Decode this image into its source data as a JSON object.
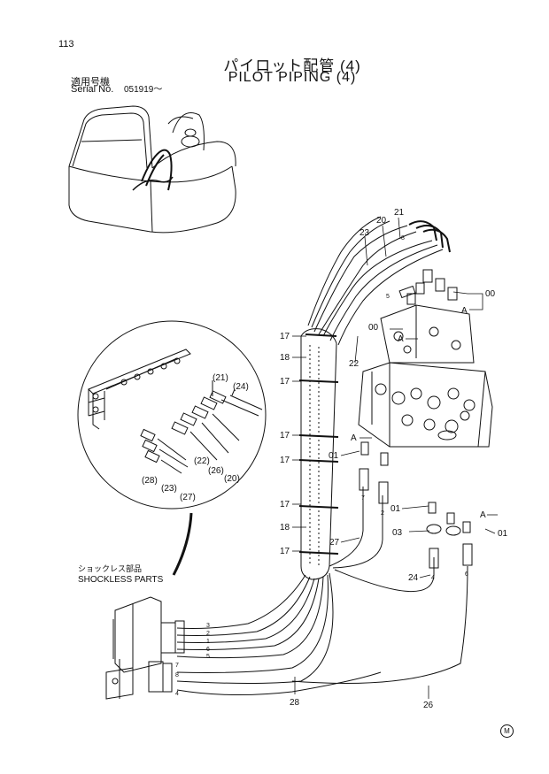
{
  "page_number": "113",
  "title_jp": "パイロット配管 (4)",
  "title_en": "PILOT PIPING (4)",
  "serial_label_jp": "適用号機",
  "serial_label_en": "Serial No.",
  "serial_value": "051919～",
  "shockless_jp": "ショックレス部品",
  "shockless_en": "SHOCKLESS PARTS",
  "mark": "M",
  "callouts": {
    "c23": "23",
    "c20": "20",
    "c21": "21",
    "c00a": "00",
    "c00b": "00",
    "cA1": "A",
    "cA2": "A",
    "c17a": "17",
    "c18a": "18",
    "c17b": "17",
    "c22": "22",
    "c17c": "17",
    "c17d": "17",
    "cA3": "A",
    "c01a": "01",
    "c17e": "17",
    "c18b": "18",
    "c17f": "17",
    "c27": "27",
    "c01b": "01",
    "c03": "03",
    "cA4": "A",
    "c01c": "01",
    "c24": "24",
    "c28": "28",
    "c26": "26"
  },
  "detail_callouts": {
    "d21": "(21)",
    "d24": "(24)",
    "d22": "(22)",
    "d26": "(26)",
    "d20": "(20)",
    "d28": "(28)",
    "d23": "(23)",
    "d27": "(27)"
  },
  "port_numbers": {
    "p3": "3",
    "p2": "2",
    "p1": "1",
    "p6": "6",
    "p5": "5",
    "p7": "7",
    "p8": "8",
    "p4": "4",
    "h7": "7",
    "h2": "2",
    "h4": "4",
    "h6": "6",
    "v8": "8",
    "v5": "5"
  }
}
